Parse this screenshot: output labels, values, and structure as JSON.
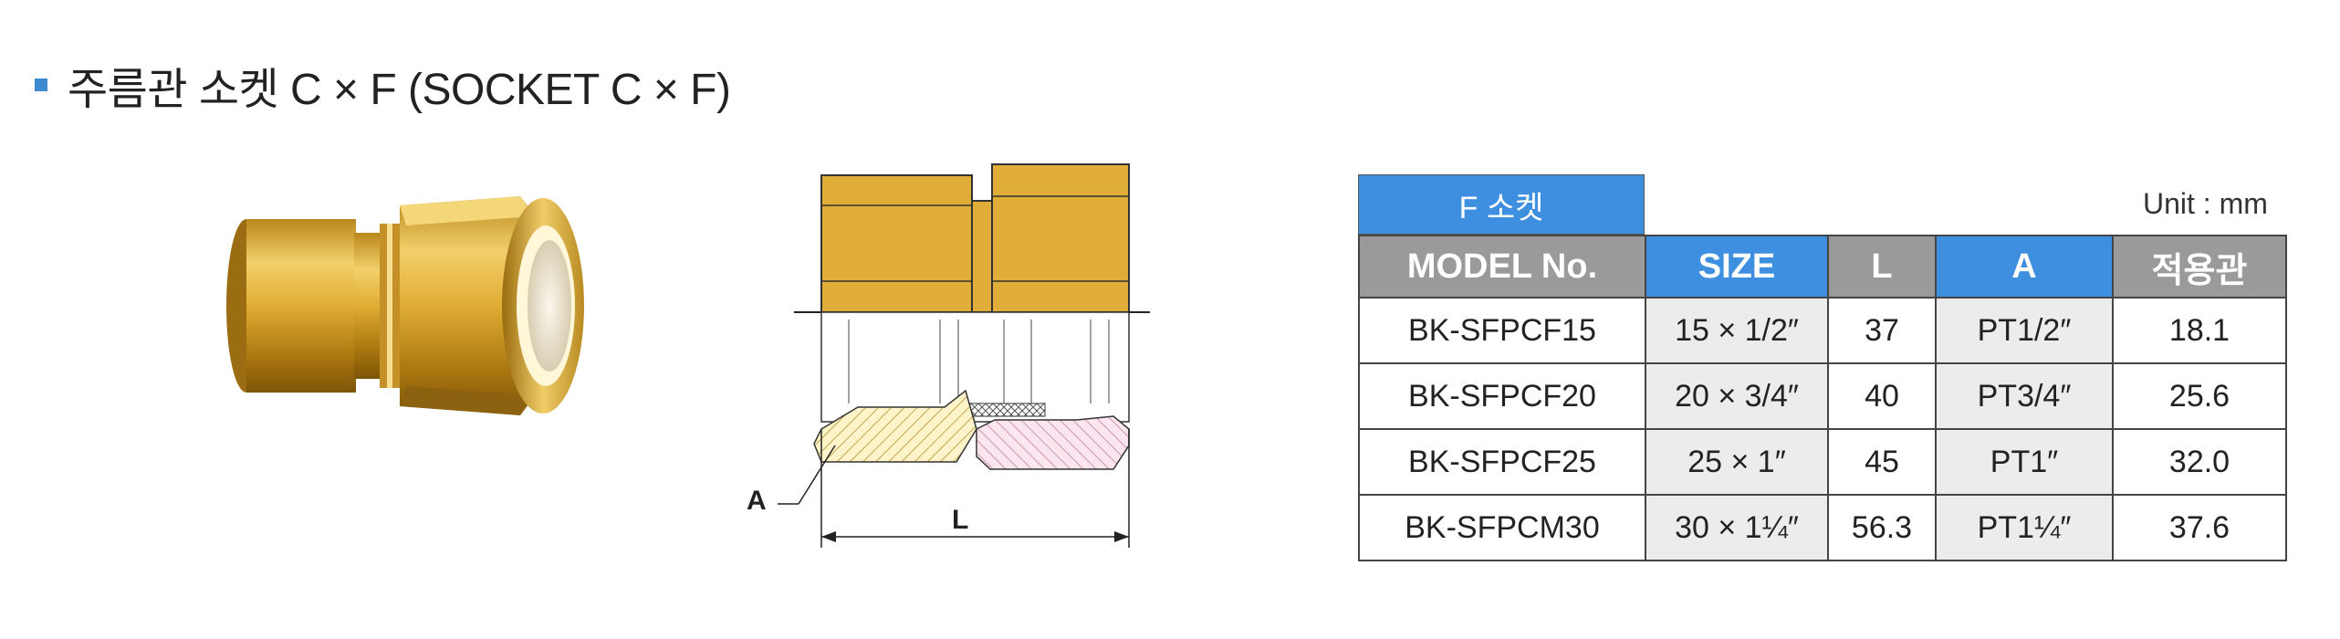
{
  "title": "주름관 소켓 C × F (SOCKET C × F)",
  "drawing": {
    "label_a": "A",
    "label_l": "L"
  },
  "table": {
    "tab_label": "F 소켓",
    "unit": "Unit : mm",
    "headers": {
      "model": "MODEL No.",
      "size": "SIZE",
      "l": "L",
      "a": "A",
      "pipe": "적용관"
    },
    "rows": [
      {
        "model": "BK-SFPCF15",
        "size": "15 × 1/2″",
        "l": "37",
        "a": "PT1/2″",
        "pipe": "18.1"
      },
      {
        "model": "BK-SFPCF20",
        "size": "20 × 3/4″",
        "l": "40",
        "a": "PT3/4″",
        "pipe": "25.6"
      },
      {
        "model": "BK-SFPCF25",
        "size": "25 × 1″",
        "l": "45",
        "a": "PT1″",
        "pipe": "32.0"
      },
      {
        "model": "BK-SFPCM30",
        "size": "30 × 1¼″",
        "l": "56.3",
        "a": "PT1¼″",
        "pipe": "37.6"
      }
    ]
  },
  "colors": {
    "accent_blue": "#3f8fe1",
    "header_gray": "#9a9a9a",
    "brass": "#d9a62a",
    "hatch_pink": "#d9a0b8"
  }
}
